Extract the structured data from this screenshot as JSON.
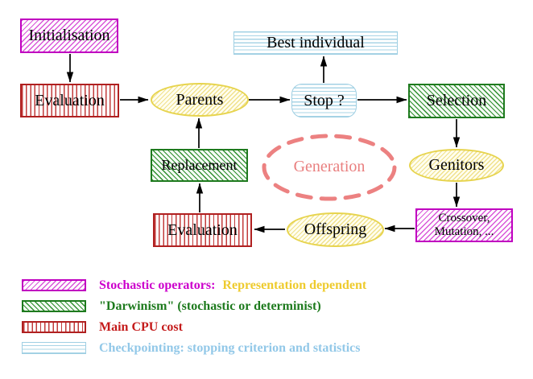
{
  "nodes": {
    "initialisation": {
      "label": "Initialisation"
    },
    "evaluation_top": {
      "label": "Evaluation"
    },
    "best_individual": {
      "label": "Best individual"
    },
    "parents": {
      "label": "Parents"
    },
    "stop": {
      "label": "Stop ?"
    },
    "selection": {
      "label": "Selection"
    },
    "replacement": {
      "label": "Replacement"
    },
    "generation": {
      "label": "Generation"
    },
    "genitors": {
      "label": "Genitors"
    },
    "crossover_mutation": {
      "line1": "Crossover,",
      "line2": "Mutation, ..."
    },
    "offspring": {
      "label": "Offspring"
    },
    "evaluation_bottom": {
      "label": "Evaluation"
    }
  },
  "legend": {
    "items": [
      {
        "swatch": "magenta-diagonal-hatch",
        "label": "Stochastic operators:",
        "label_secondary": "Representation dependent"
      },
      {
        "swatch": "green-diagonal-hatch",
        "label": "\"Darwinism\" (stochastic or determinist)"
      },
      {
        "swatch": "red-vertical-stripes",
        "label": "Main CPU cost"
      },
      {
        "swatch": "cyan-horizontal-stripes",
        "label": "Checkpointing: stopping criterion and statistics"
      }
    ]
  },
  "colors": {
    "magenta": "#c000c0",
    "green": "#1e7a1e",
    "red": "#b02020",
    "cyan": "#9fcfe3",
    "yellow": "#e7d44e",
    "salmon_dashed": "#ec8181",
    "legend_magenta_text": "#cc00cc",
    "legend_yellow_text": "#eecb2d",
    "legend_green_text": "#1d7a1d",
    "legend_red_text": "#c41a1a",
    "legend_cyan_text": "#92c8e8",
    "arrow": "#000000"
  }
}
